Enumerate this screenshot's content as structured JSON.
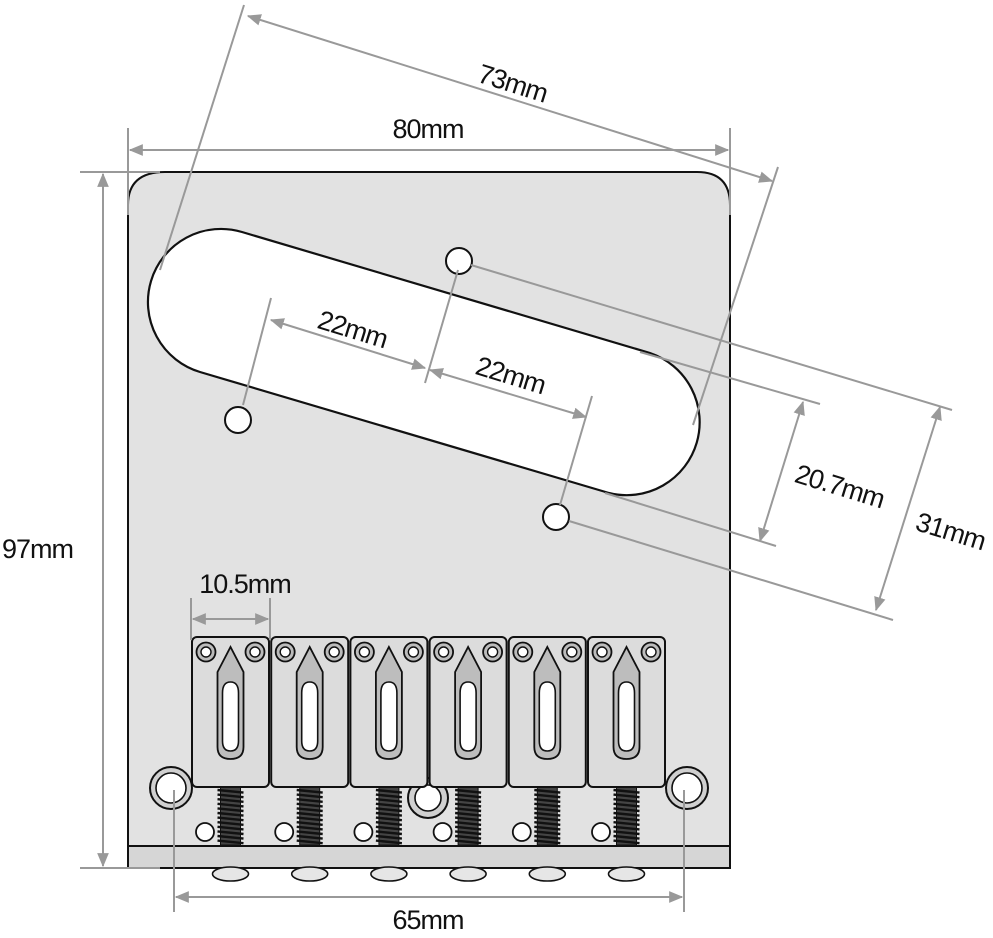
{
  "dimensions": {
    "top_slot_length": "73mm",
    "plate_width": "80mm",
    "plate_height": "97mm",
    "hole_spacing_left": "22mm",
    "hole_spacing_right": "22mm",
    "slot_width": "20.7mm",
    "outer_hole_span": "31mm",
    "saddle_width": "10.5mm",
    "mount_hole_span": "65mm"
  },
  "colors": {
    "plate_fill": "#e2e2e2",
    "outline": "#111111",
    "dimension_line": "#999999",
    "saddle_fill": "#dcdcdc"
  },
  "saddle_count": 6
}
